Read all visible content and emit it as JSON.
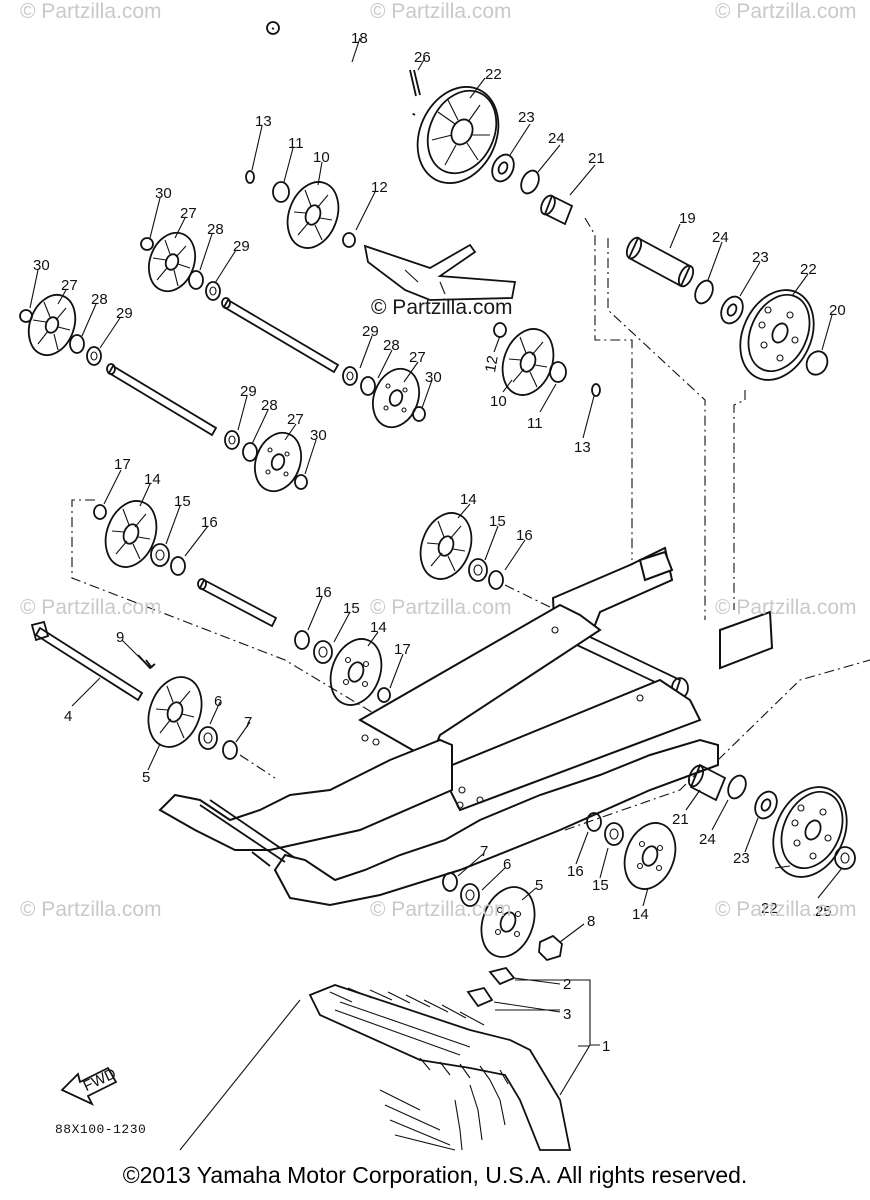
{
  "watermark_text": "© Partzilla.com",
  "center_watermark": "© Partzilla.com",
  "drawing_code": "88X100-1230",
  "copyright": "©2013 Yamaha Motor Corporation, U.S.A. All rights reserved.",
  "front_arrow_label": "FWD",
  "callouts": {
    "c18": "18",
    "c26": "26",
    "c22a": "22",
    "c13a": "13",
    "c11a": "11",
    "c10a": "10",
    "c23a": "23",
    "c24a": "24",
    "c21a": "21",
    "c12a": "12",
    "c30a": "30",
    "c27a": "27",
    "c28a": "28",
    "c29a": "29",
    "c30b": "30",
    "c27b": "27",
    "c28b": "28",
    "c29b": "29",
    "c19": "19",
    "c24b": "24",
    "c23b": "23",
    "c22b": "22",
    "c20": "20",
    "c29c": "29",
    "c28c": "28",
    "c27c": "27",
    "c30c": "30",
    "c12b": "12",
    "c10b": "10",
    "c11b": "11",
    "c13b": "13",
    "c29d": "29",
    "c28d": "28",
    "c27d": "27",
    "c30d": "30",
    "c17a": "17",
    "c14a": "14",
    "c15a": "15",
    "c16a": "16",
    "c14b": "14",
    "c15b": "15",
    "c16b": "16",
    "c16c": "16",
    "c15c": "15",
    "c14c": "14",
    "c17b": "17",
    "c9": "9",
    "c4": "4",
    "c6a": "6",
    "c7a": "7",
    "c5a": "5",
    "c21b": "21",
    "c24c": "24",
    "c23c": "23",
    "c22c": "22",
    "c25": "25",
    "c16d": "16",
    "c15d": "15",
    "c14d": "14",
    "c7b": "7",
    "c6b": "6",
    "c5b": "5",
    "c8": "8",
    "c2": "2",
    "c3": "3",
    "c1": "1"
  }
}
